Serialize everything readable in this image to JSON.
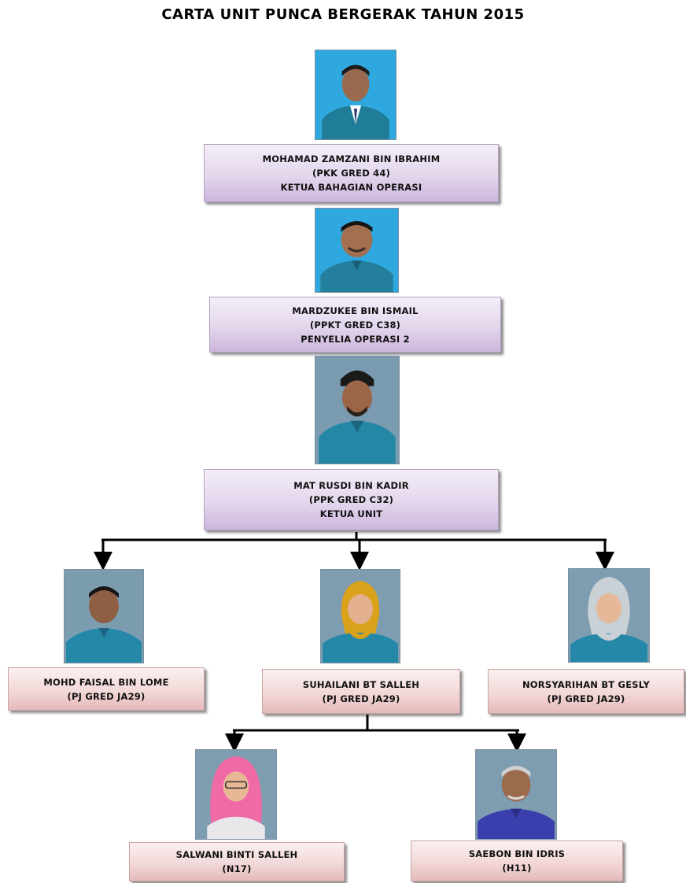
{
  "title": "CARTA UNIT  PUNCA BERGERAK  TAHUN 2015",
  "colors": {
    "photo_bg_blue": "#2fa8e0",
    "photo_bg_grey": "#7a9bb0",
    "uniform_teal": "#2a8aa8",
    "uniform_purple": "#3b3fae",
    "box_purple": "#dccbe8",
    "box_pink": "#f0d2d2"
  },
  "nodes": {
    "ketua_bahagian": {
      "name": "MOHAMAD ZAMZANI BIN IBRAHIM",
      "grade": "(PKK GRED 44)",
      "role": "KETUA BAHAGIAN OPERASI",
      "photo_icon": "person-photo"
    },
    "penyelia": {
      "name": "MARDZUKEE BIN ISMAIL",
      "grade": "(PPKT GRED C38)",
      "role": "PENYELIA OPERASI 2",
      "photo_icon": "person-photo"
    },
    "ketua_unit": {
      "name": "MAT RUSDI BIN KADIR",
      "grade": "(PPK GRED C32)",
      "role": "KETUA UNIT",
      "photo_icon": "person-photo"
    },
    "staff_1": {
      "name": "MOHD FAISAL BIN LOME",
      "grade": "(PJ GRED JA29)",
      "photo_icon": "person-photo"
    },
    "staff_2": {
      "name": "SUHAILANI BT SALLEH",
      "grade": "(PJ GRED JA29)",
      "photo_icon": "person-photo"
    },
    "staff_3": {
      "name": "NORSYARIHAN BT GESLY",
      "grade": "(PJ GRED JA29)",
      "photo_icon": "person-photo"
    },
    "sub_1": {
      "name": "SALWANI BINTI SALLEH",
      "grade": "(N17)",
      "photo_icon": "person-photo"
    },
    "sub_2": {
      "name": "SAEBON BIN IDRIS",
      "grade": "(H11)",
      "photo_icon": "person-photo"
    }
  }
}
